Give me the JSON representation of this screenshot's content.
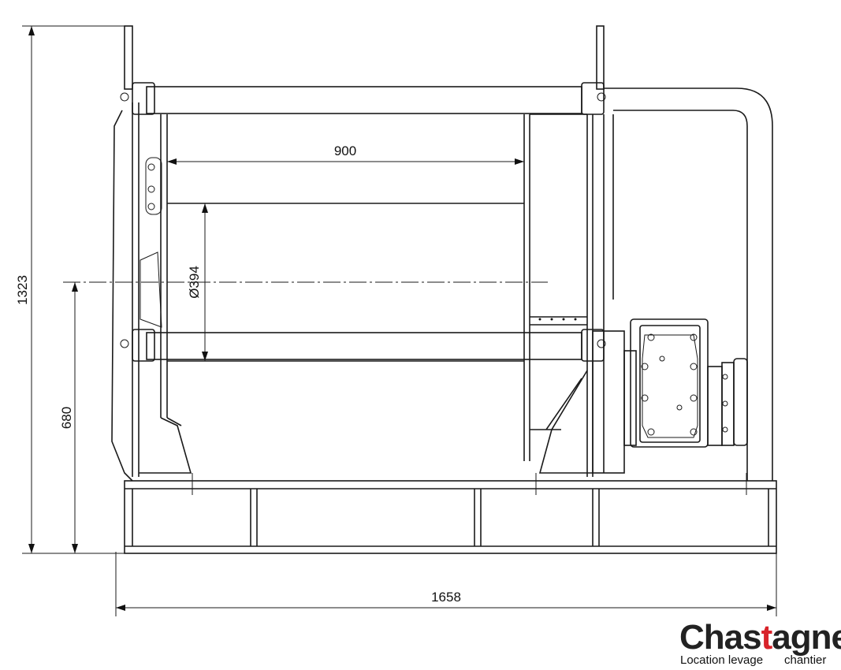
{
  "dimensions": {
    "drum_length": "900",
    "drum_diameter": "Ø394",
    "overall_height": "1323",
    "axis_height": "680",
    "overall_width": "1658"
  },
  "logo": {
    "part1": "Chas",
    "part2": "t",
    "part3": "agner",
    "subtitle_left": "Location levage",
    "subtitle_right": "chantier",
    "accent_color": "#d8232a"
  }
}
